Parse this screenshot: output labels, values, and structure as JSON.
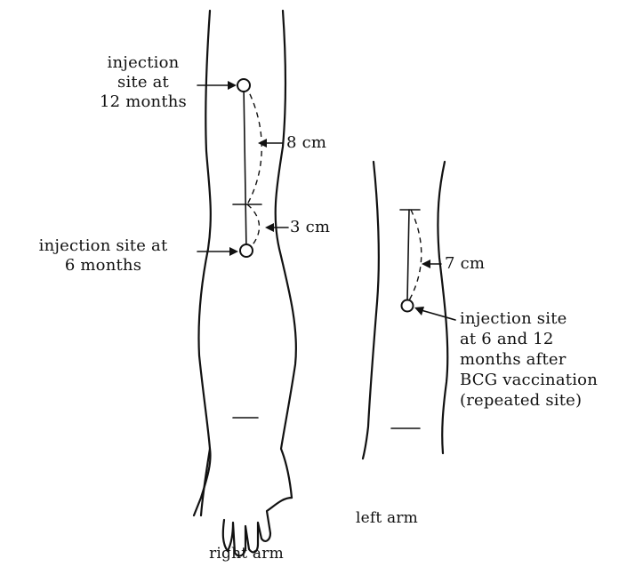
{
  "right_arm": {
    "caption": "right arm",
    "site_12_label": "injection\nsite at\n12 months",
    "site_6_label": "injection site at\n6 months",
    "dist_upper": "8 cm",
    "dist_lower": "3 cm"
  },
  "left_arm": {
    "caption": "left arm",
    "dist": "7 cm",
    "site_label": "injection site\nat 6 and 12\nmonths after\nBCG vaccination\n(repeated site)"
  }
}
